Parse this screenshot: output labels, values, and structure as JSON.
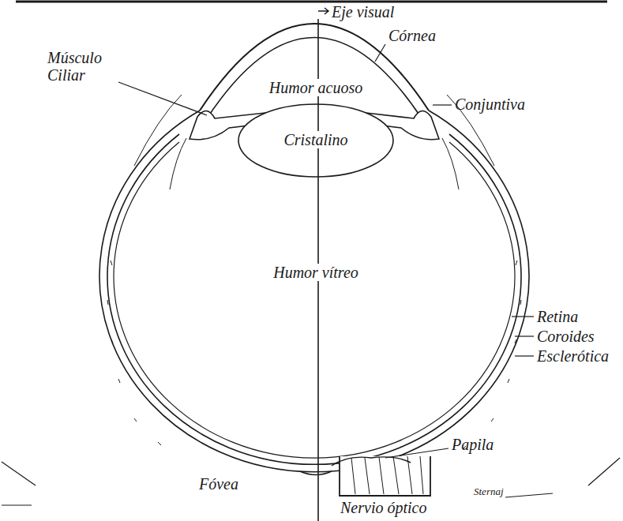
{
  "diagram": {
    "labels": [
      "Eje visual",
      "Córnea",
      "Músculo Ciliar",
      "Humor acuoso",
      "Conjuntiva",
      "Cristalino",
      "Humor vítreo",
      "Retina",
      "Coroides",
      "Esclerótica",
      "Papila",
      "Fóvea",
      "Nervio óptico",
      "Sternaj"
    ]
  }
}
